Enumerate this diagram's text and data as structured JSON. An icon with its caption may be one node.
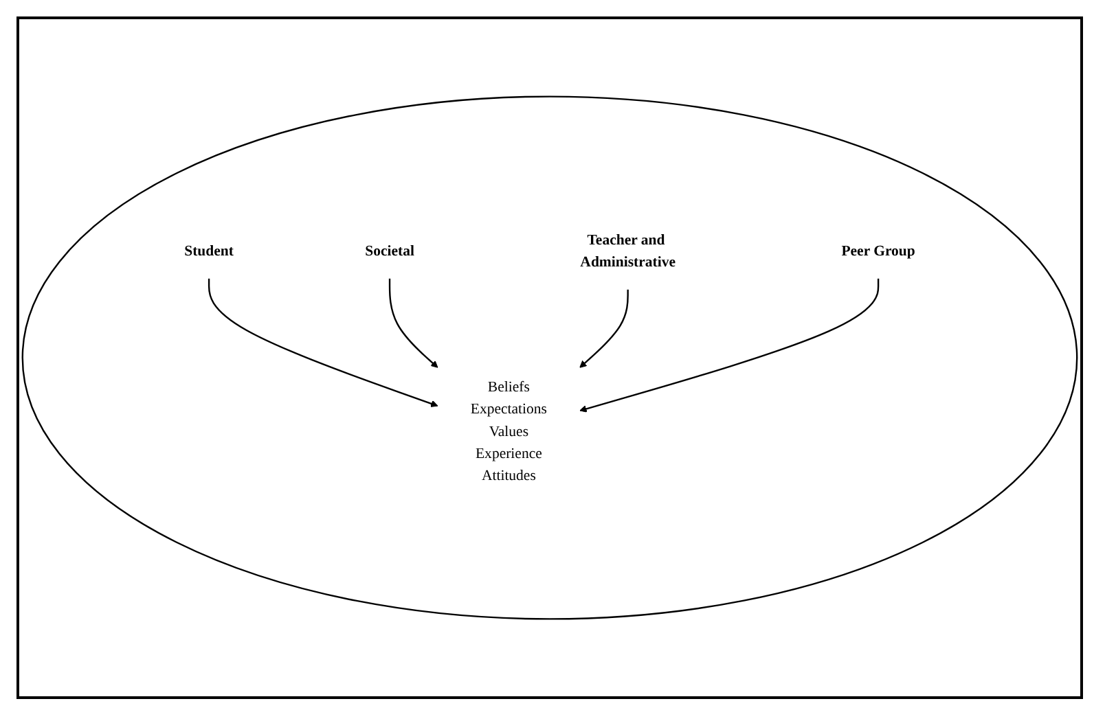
{
  "diagram": {
    "nodes": [
      {
        "text": [],
        "shape": "circle"
      },
      {
        "text": [
          "Student"
        ],
        "in": 0
      },
      {
        "text": [
          "Societal"
        ],
        "in": 0
      },
      {
        "text": [
          "Beliefs",
          "Expectations",
          "Values",
          "Experience",
          "Attitudes"
        ],
        "in": 0
      },
      {
        "text": [
          "Teacher and Administrative"
        ],
        "in": 0
      },
      {
        "text": [
          "Peer Group"
        ],
        "in": 0
      }
    ],
    "edges": [
      {
        "from": 1,
        "to": 3,
        "arrow": "to"
      },
      {
        "from": 2,
        "to": 3,
        "arrow": "to"
      },
      {
        "from": 4,
        "to": 3,
        "arrow": "to"
      },
      {
        "from": 5,
        "to": 3,
        "arrow": "to"
      }
    ]
  }
}
